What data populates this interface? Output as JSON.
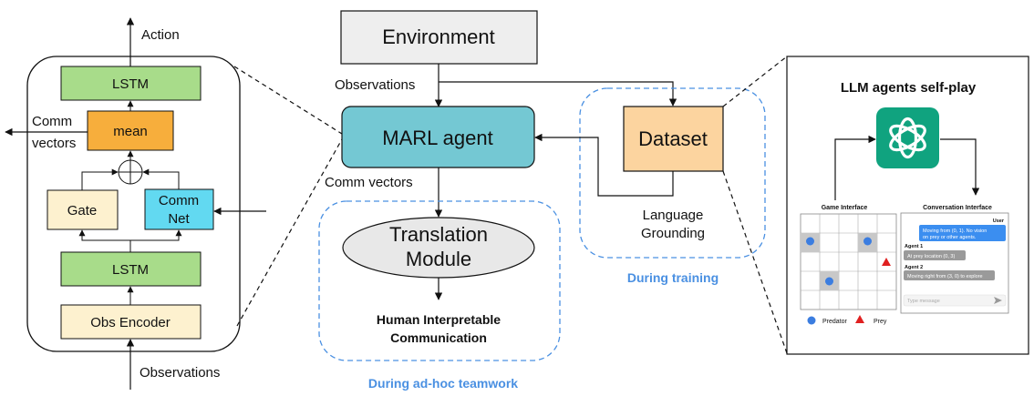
{
  "left_panel": {
    "action": "Action",
    "lstm_top": "LSTM",
    "mean": "mean",
    "comm_vectors_line1": "Comm",
    "comm_vectors_line2": "vectors",
    "gate": "Gate",
    "comm_net_line1": "Comm",
    "comm_net_line2": "Net",
    "lstm_bottom": "LSTM",
    "obs_encoder": "Obs Encoder",
    "observations": "Observations"
  },
  "center": {
    "environment": "Environment",
    "observations": "Observations",
    "marl_agent": "MARL agent",
    "comm_vectors": "Comm vectors",
    "translation_line1": "Translation",
    "translation_line2": "Module",
    "human_line1": "Human Interpretable",
    "human_line2": "Communication",
    "adhoc_caption": "During ad-hoc teamwork",
    "dataset": "Dataset",
    "grounding_line1": "Language",
    "grounding_line2": "Grounding",
    "training_caption": "During training"
  },
  "right_panel": {
    "title": "LLM agents self-play",
    "game_interface": "Game Interface",
    "conversation_interface": "Conversation Interface",
    "user_label": "User",
    "user_msg_line1": "Moving from (0, 1). No vision",
    "user_msg_line2": "on prey or other agents.",
    "agent1_label": "Agent 1",
    "agent1_msg": "At prey location (0, 3)",
    "agent2_label": "Agent 2",
    "agent2_msg": "Moving right from (3, 0) to explore",
    "input_placeholder": "Type message",
    "legend_predator": "Predator",
    "legend_prey": "Prey"
  },
  "colors": {
    "lstm": "#a8dc8a",
    "mean": "#f7ae3c",
    "gate": "#fdf1cf",
    "comm_net": "#62d9f1",
    "marl_agent": "#74c8d3",
    "dataset": "#fcd49f",
    "environment": "#eeeeee",
    "translation": "#e8e8e8",
    "caption_blue": "#4a90e2",
    "llm_logo": "#10a37f"
  }
}
